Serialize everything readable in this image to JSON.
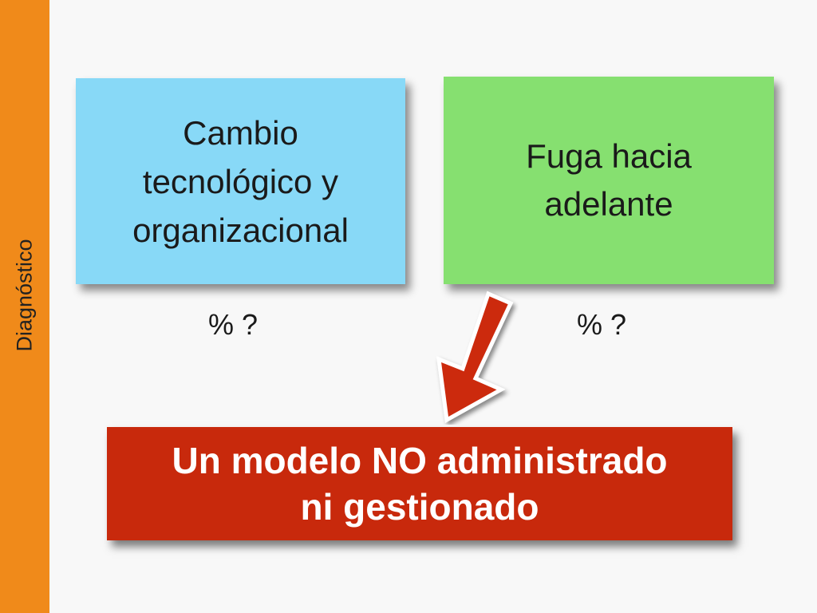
{
  "sidebar": {
    "label": "Diagnóstico",
    "color": "#f08a1a"
  },
  "boxes": {
    "left": {
      "lines": [
        "Cambio",
        "tecnológico y",
        "organizacional"
      ],
      "color": "#88d9f7",
      "percent": "% ?"
    },
    "right": {
      "lines": [
        "Fuga hacia",
        "adelante"
      ],
      "color": "#86e070",
      "percent": "% ?"
    }
  },
  "result": {
    "lines": [
      "Un modelo NO administrado",
      "ni gestionado"
    ],
    "color": "#c8290c"
  },
  "arrow": {
    "color": "#cc2a0f",
    "icon": "arrow-down-left-icon"
  }
}
